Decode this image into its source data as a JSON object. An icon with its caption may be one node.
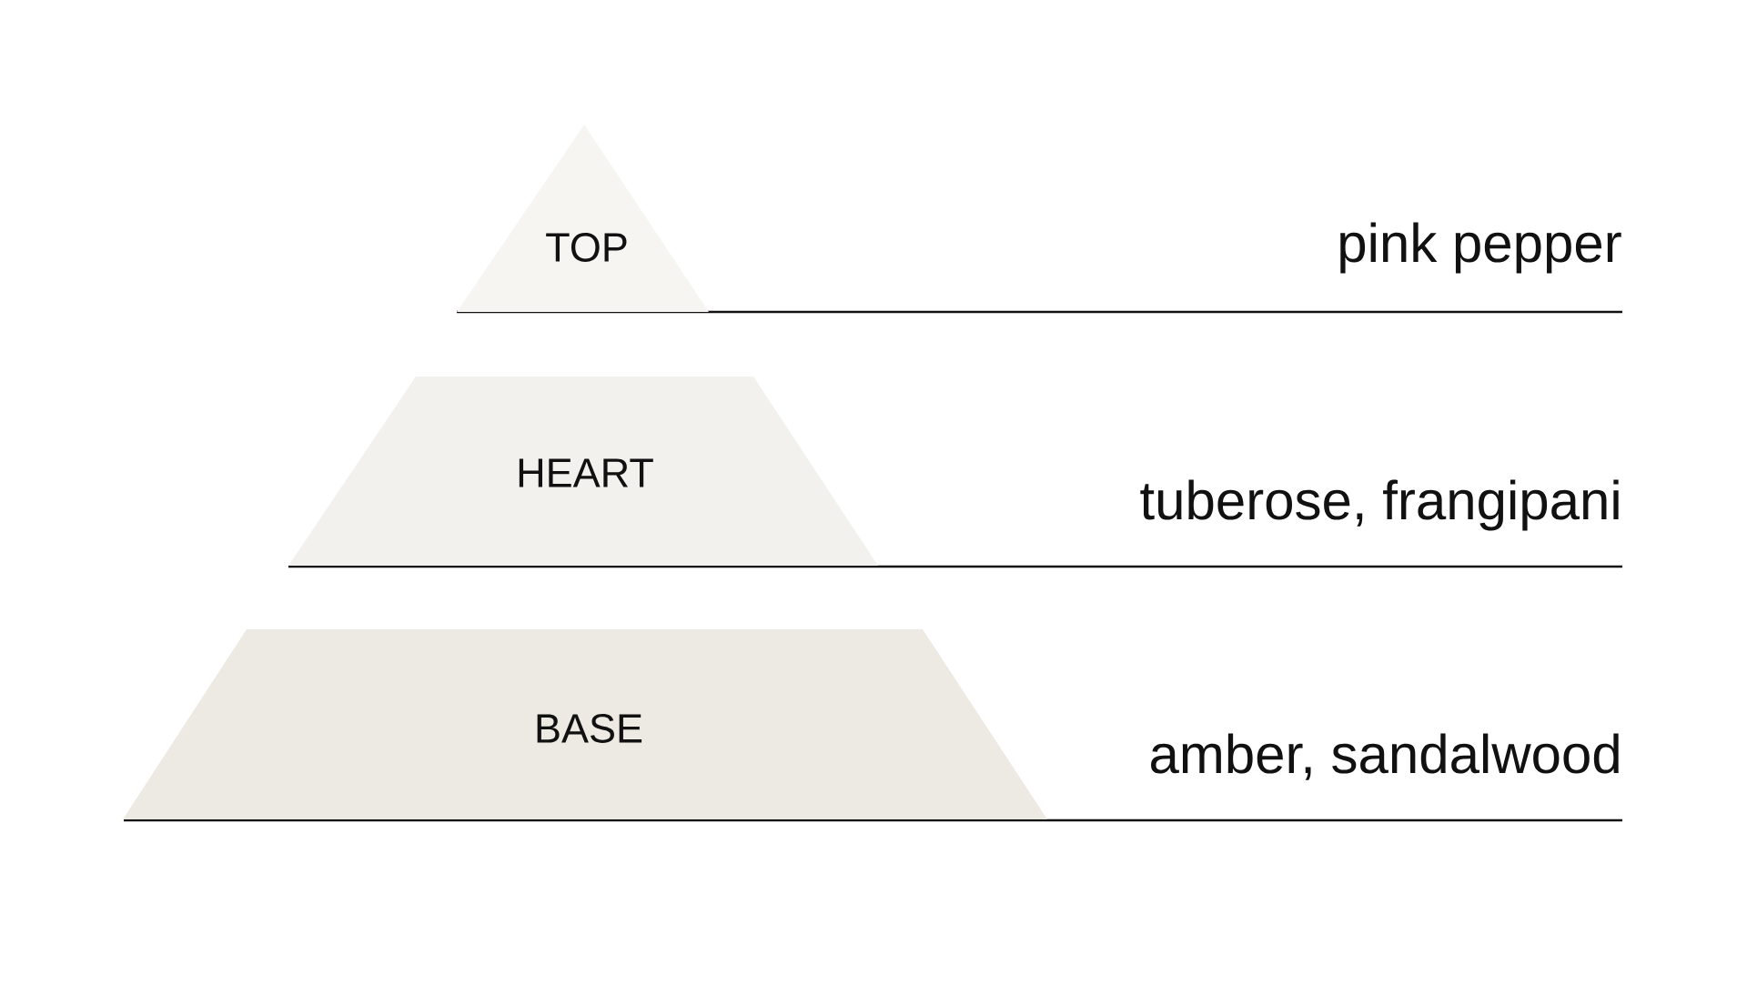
{
  "diagram": {
    "nodes": [
      {
        "text": [
          "TOP"
        ]
      },
      {
        "text": [
          "HEART"
        ]
      },
      {
        "text": [
          "BASE"
        ]
      }
    ],
    "labels": [
      "pink pepper",
      "tuberose, frangipani",
      "amber, sandalwood"
    ]
  }
}
